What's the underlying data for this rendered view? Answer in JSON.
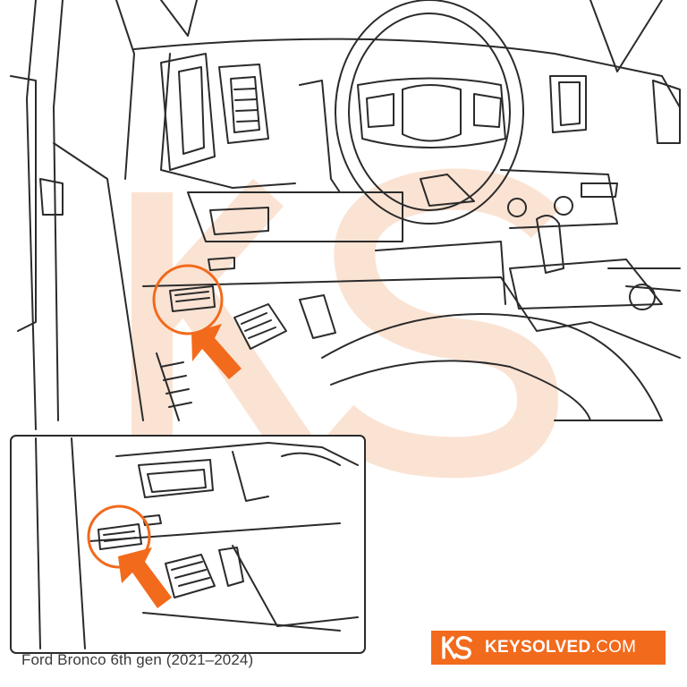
{
  "caption": "Ford Bronco 6th gen (2021–2024)",
  "brand": {
    "name": "KEYSOLVED",
    "tld": ".COM",
    "logo_letters": "KS"
  },
  "colors": {
    "accent": "#f26a1b",
    "line": "#2b2b2b",
    "watermark": "#fbe3d3",
    "inset_border": "#2b2b2b"
  },
  "icons": {
    "highlight_marker": "orange-circle",
    "pointer": "orange-arrow"
  }
}
